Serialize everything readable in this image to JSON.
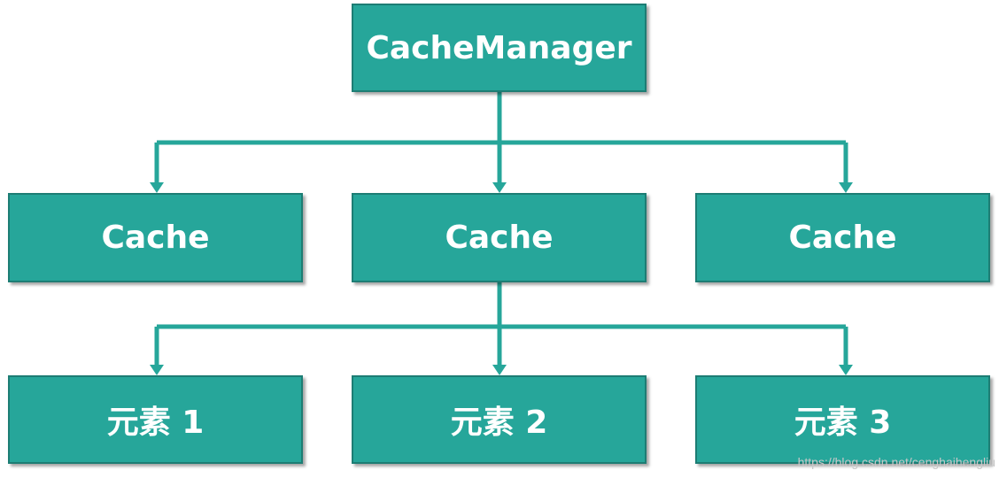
{
  "diagram": {
    "root": "CacheManager",
    "caches": [
      "Cache",
      "Cache",
      "Cache"
    ],
    "elements": [
      "元素 1",
      "元素 2",
      "元素 3"
    ],
    "colors": {
      "box_fill": "#26a69a",
      "box_border": "#1d7d74",
      "connector": "#26a69a",
      "text": "#ffffff"
    }
  },
  "watermark": "https://blog.csdn.net/cenghaihengliu"
}
